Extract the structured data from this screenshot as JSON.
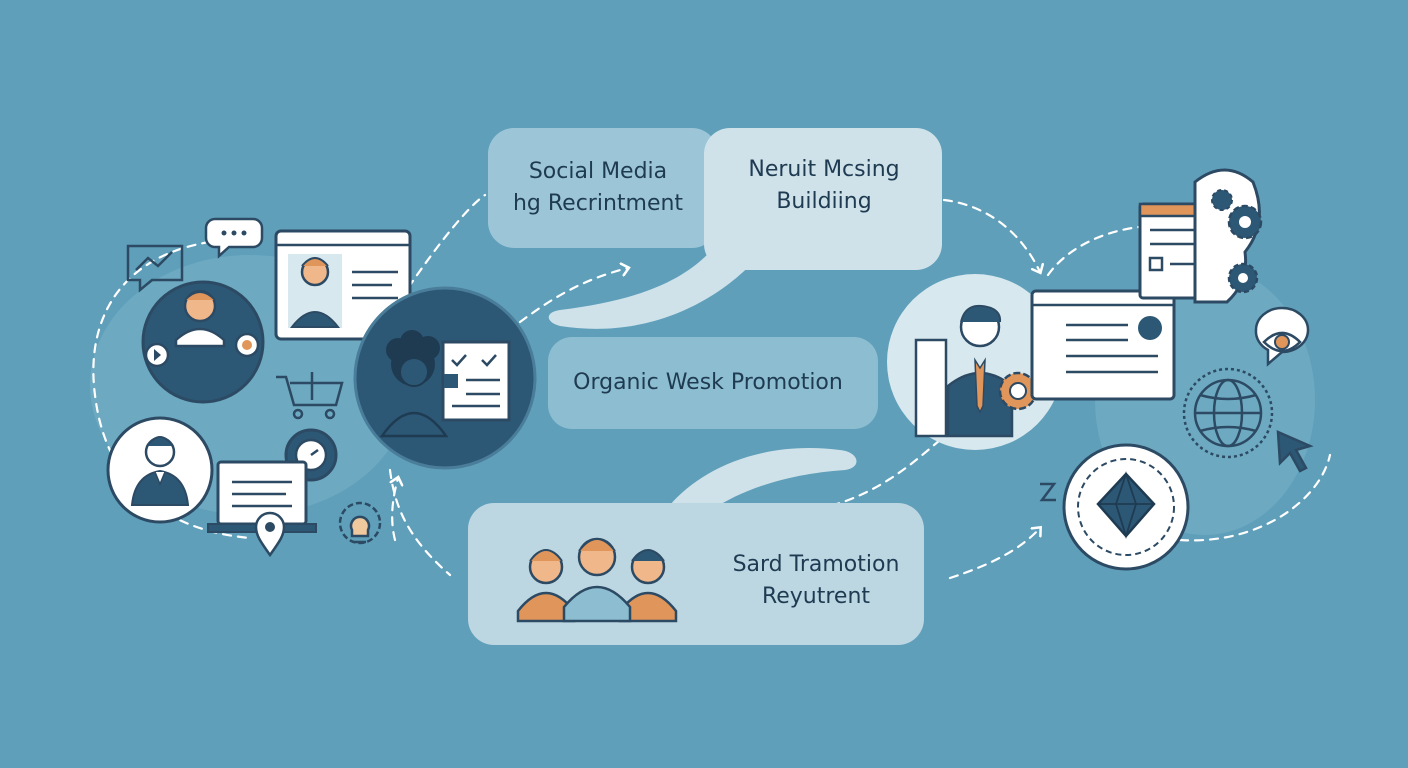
{
  "labels": {
    "social_line1": "Social Media",
    "social_line2": "hg Recrintment",
    "nerv_line1": "Neruit Mcsing",
    "nerv_line2": "Buildiing",
    "organic": "Organic Wesk Promotion",
    "sard_line1": "Sard Tramotion",
    "sard_line2": "Reyutrent"
  },
  "colors": {
    "background": "#5f9fba",
    "navy": "#2c4a63",
    "orange": "#e0955a",
    "light": "#d8e8ef",
    "white": "#ffffff"
  },
  "icons": [
    "chat-bubble-icon",
    "chart-flag-icon",
    "user-profile-circle-icon",
    "play-icon",
    "user-card-icon",
    "shopping-cart-icon",
    "businessman-avatar-icon",
    "laptop-icon",
    "location-pin-icon",
    "lightbulb-gear-icon",
    "person-checklist-icon",
    "manager-gear-icon",
    "web-window-icon",
    "document-gears-icon",
    "eye-bubble-icon",
    "globe-cursor-icon",
    "diamond-badge-icon",
    "team-group-icon"
  ]
}
